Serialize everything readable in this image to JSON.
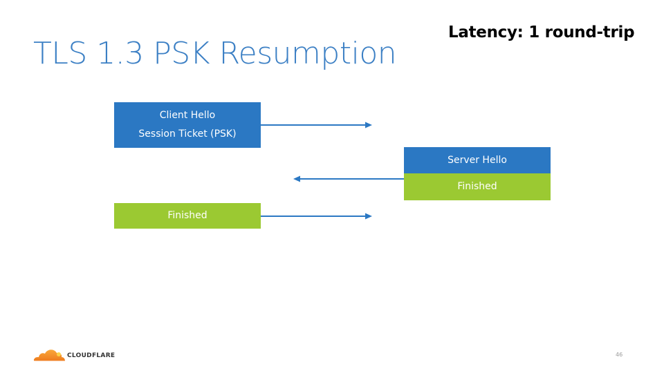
{
  "slide": {
    "title": "TLS 1.3 PSK Resumption",
    "latency_note": "Latency: 1 round-trip",
    "page_number": "46"
  },
  "colors": {
    "title": "#3b7fc4",
    "message_blue": "#2b78c3",
    "message_green": "#9bc932",
    "arrow": "#2b78c3"
  },
  "messages": {
    "client_hello": {
      "line1": "Client Hello",
      "line2": "Session Ticket (PSK)",
      "direction": "client-to-server"
    },
    "server_hello": {
      "label": "Server Hello",
      "direction": "server-to-client"
    },
    "server_finished": {
      "label": "Finished",
      "direction": "server-to-client"
    },
    "client_finished": {
      "label": "Finished",
      "direction": "client-to-server"
    }
  },
  "footer": {
    "logo_text": "CloudFlare"
  }
}
